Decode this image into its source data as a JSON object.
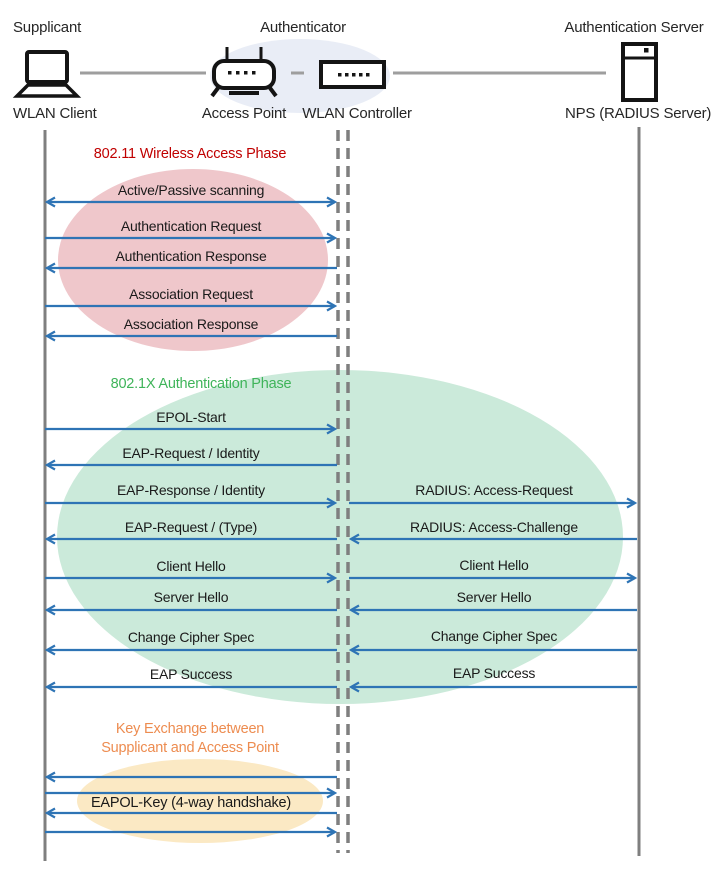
{
  "roles": {
    "supplicant": "Supplicant",
    "authenticator": "Authenticator",
    "auth_server": "Authentication Server"
  },
  "nodes": {
    "wlan_client": "WLAN Client",
    "access_point": "Access Point",
    "wlan_controller": "WLAN Controller",
    "nps": "NPS (RADIUS Server)"
  },
  "phase1": {
    "title": "802.11 Wireless Access Phase",
    "messages": [
      "Active/Passive scanning",
      "Authentication Request",
      "Authentication Response",
      "Association Request",
      "Association Response"
    ]
  },
  "phase2": {
    "title": "802.1X Authentication Phase",
    "left_messages": [
      "EPOL-Start",
      "EAP-Request / Identity",
      "EAP-Response / Identity",
      "EAP-Request / (Type)",
      "Client Hello",
      "Server Hello",
      "Change Cipher Spec",
      "EAP Success"
    ],
    "right_messages": [
      "RADIUS: Access-Request",
      "RADIUS: Access-Challenge",
      "Client Hello",
      "Server Hello",
      "Change Cipher Spec",
      "EAP Success"
    ]
  },
  "phase3": {
    "title_line1": "Key Exchange between",
    "title_line2": "Supplicant and Access Point",
    "handshake_label": "EAPOL-Key (4-way handshake)"
  },
  "colors": {
    "arrow_blue": "#2E74B5",
    "lifeline_gray": "#7F7F7F",
    "connector_gray": "#9E9E9E",
    "phase1_title": "#C00000",
    "phase2_title": "#3FB45A",
    "phase3_title": "#ED8C50",
    "phase1_fill": "#EFC7CB",
    "phase2_fill": "#CBEADA",
    "phase3_fill": "#FBE9C4",
    "authenticator_bg": "#E9EDF6"
  }
}
